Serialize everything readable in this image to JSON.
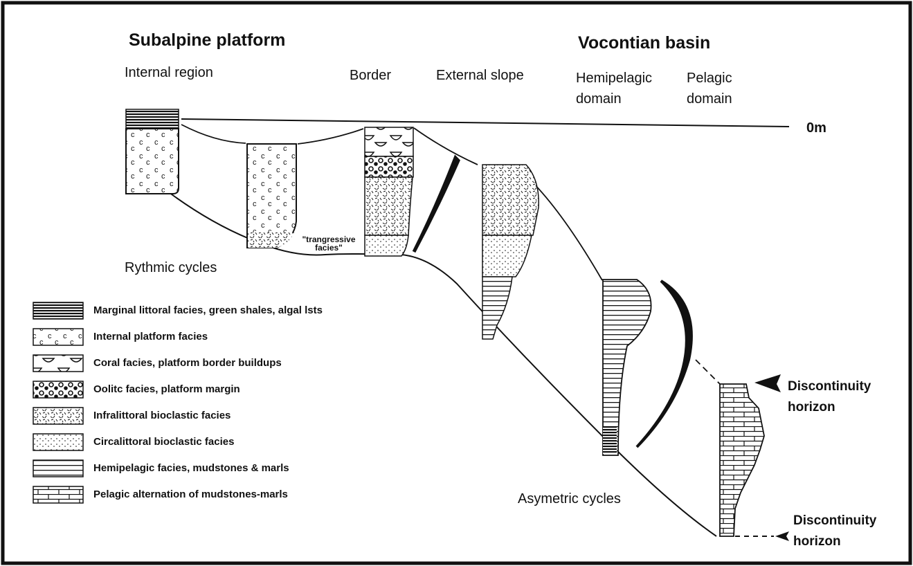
{
  "headers": {
    "platform": "Subalpine platform",
    "basin": "Vocontian basin"
  },
  "zones": {
    "internal": "Internal region",
    "border": "Border",
    "external_slope": "External slope",
    "hemipelagic": "Hemipelagic domain",
    "pelagic": "Pelagic domain"
  },
  "sea_level": "0m",
  "annotations": {
    "transgressive": "\"trangressive facies\"",
    "rythmic": "Rythmic  cycles",
    "asymetric": "Asymetric cycles",
    "discontinuity_top": "Discontinuity horizon",
    "discontinuity_bottom": "Discontinuity horizon"
  },
  "legend": [
    {
      "pattern": "marginal-littoral",
      "label": "Marginal littoral facies,  green shales, algal lsts"
    },
    {
      "pattern": "internal-platform",
      "label": "Internal platform facies"
    },
    {
      "pattern": "coral",
      "label": "Coral facies, platform border buildups"
    },
    {
      "pattern": "oolitic",
      "label": "Oolitc facies, platform margin"
    },
    {
      "pattern": "infralittoral",
      "label": "Infralittoral bioclastic facies"
    },
    {
      "pattern": "circalittoral",
      "label": "Circalittoral bioclastic facies"
    },
    {
      "pattern": "hemipelagic",
      "label": "Hemipelagic facies, mudstones & marls"
    },
    {
      "pattern": "pelagic",
      "label": "Pelagic alternation  of mudstones-marls"
    }
  ]
}
